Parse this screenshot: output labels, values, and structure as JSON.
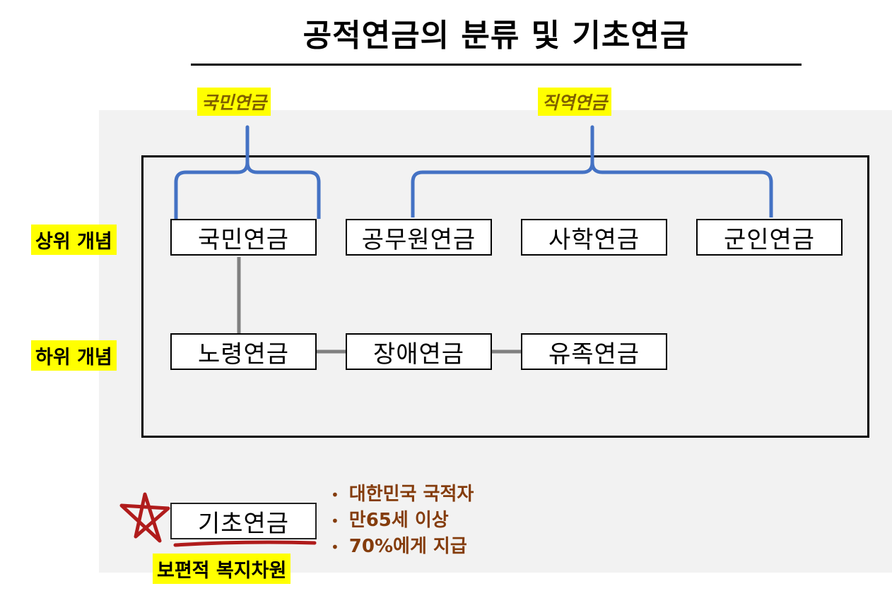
{
  "title": "공적연금의 분류 및 기초연금",
  "groups": {
    "national": "국민연금",
    "occupational": "직역연금"
  },
  "row_labels": {
    "upper": "상위 개념",
    "lower": "하위 개념"
  },
  "upper_boxes": [
    "국민연금",
    "공무원연금",
    "사학연금",
    "군인연금"
  ],
  "lower_boxes": [
    "노령연금",
    "장애연금",
    "유족연금"
  ],
  "basic_pension": {
    "label": "기초연금",
    "tag": "보편적 복지차원",
    "bullets": [
      "대한민국 국적자",
      "만65세 이상",
      "70%에게 지급"
    ]
  },
  "colors": {
    "brace": "#4472c4",
    "connector": "#808080",
    "highlight": "#ffff00",
    "group_text": "#7f6000",
    "bullet_text": "#843c0c",
    "annotation": "#b01c1c"
  }
}
